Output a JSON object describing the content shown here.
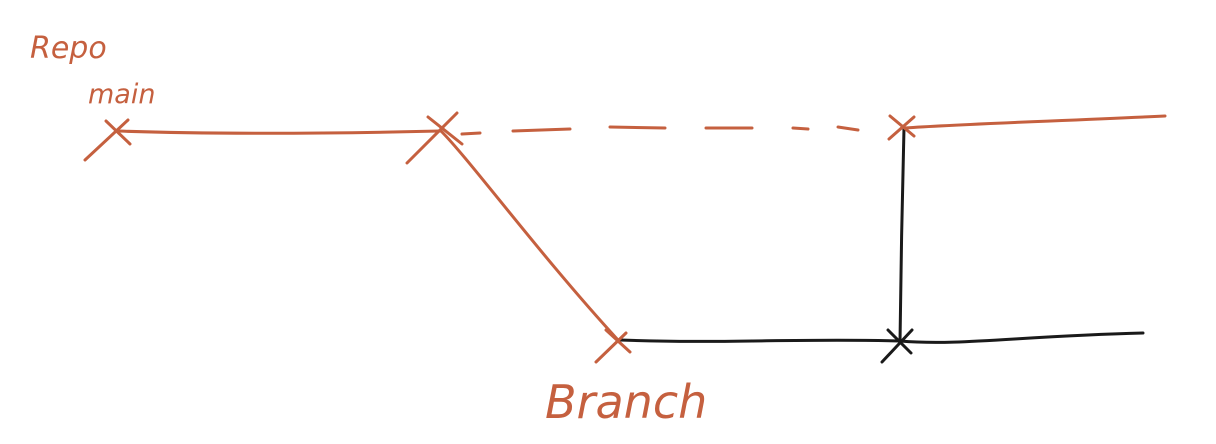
{
  "labels": {
    "repo": "Repo",
    "main": "main",
    "branch": "Branch"
  },
  "colors": {
    "main_line": "#c5603f",
    "branch_line": "#1a1a1a",
    "background": "#ffffff"
  }
}
